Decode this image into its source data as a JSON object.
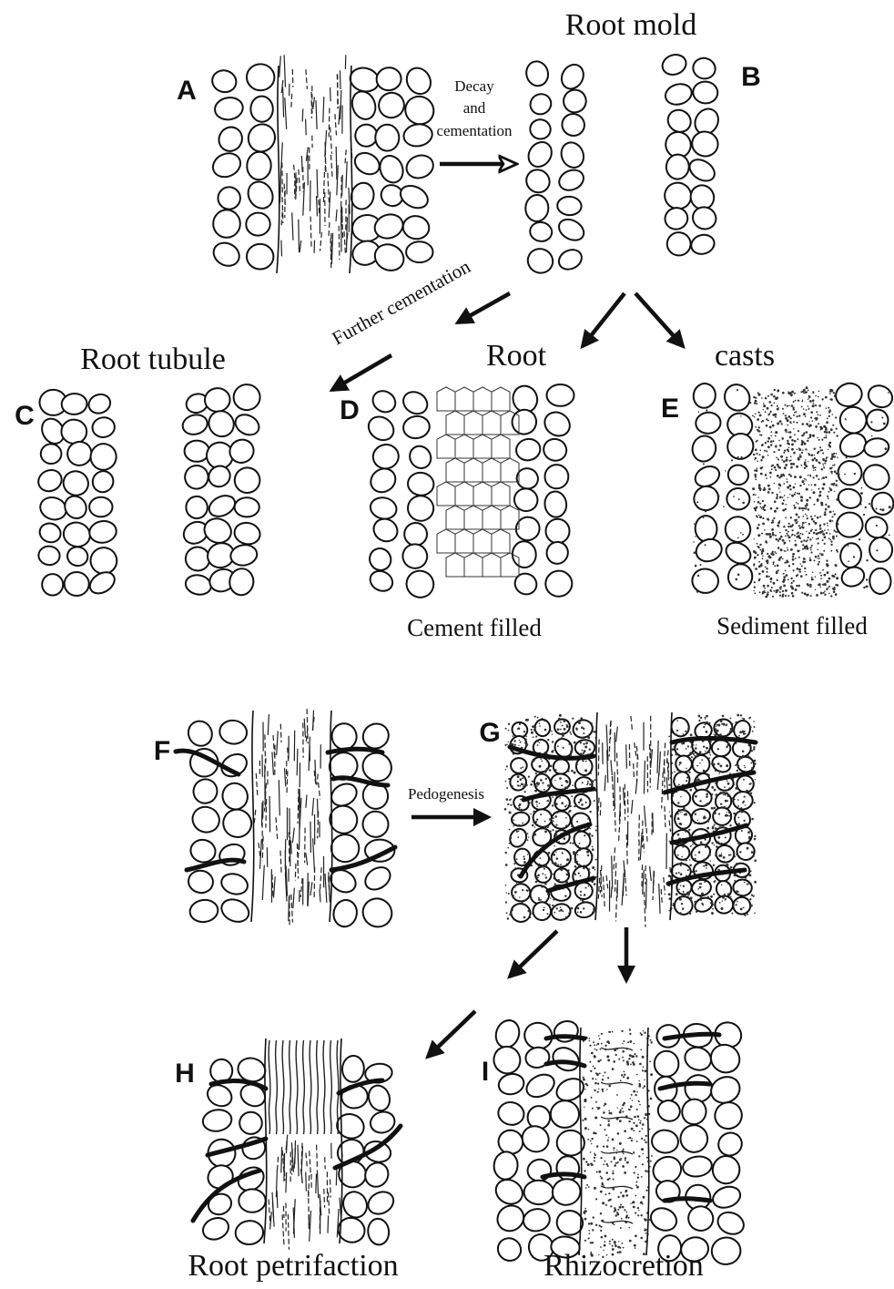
{
  "titles": {
    "root_mold": "Root mold",
    "root_tubule": "Root tubule",
    "root": "Root",
    "casts": "casts",
    "cement_filled": "Cement filled",
    "sediment_filled": "Sediment filled",
    "root_petrifaction": "Root petrifaction",
    "rhizocretion": "Rhizocretion"
  },
  "process_labels": {
    "decay_line1": "Decay",
    "decay_line2": "and",
    "decay_line3": "cementation",
    "further_cementation": "Further cementation",
    "pedogenesis": "Pedogenesis"
  },
  "panel_letters": {
    "a": "A",
    "b": "B",
    "c": "C",
    "d": "D",
    "e": "E",
    "f": "F",
    "g": "G",
    "h": "H",
    "i": "I"
  },
  "colors": {
    "ink": "#111111",
    "paper": "#ffffff"
  }
}
